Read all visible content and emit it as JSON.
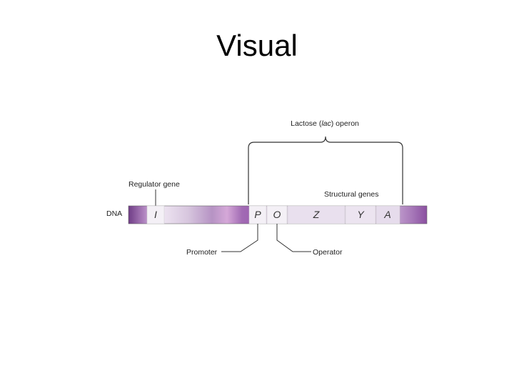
{
  "slide": {
    "title": "Visual"
  },
  "diagram": {
    "operon_label_parts": [
      "Lactose (",
      "lac",
      ") operon"
    ],
    "regulator_label": "Regulator gene",
    "structural_label": "Structural genes",
    "dna_label": "DNA",
    "promoter_label": "Promoter",
    "operator_label": "Operator",
    "genes": [
      "I",
      "P",
      "O",
      "Z",
      "Y",
      "A"
    ],
    "colors": {
      "dna_purple": "#8a4fa0",
      "light_purple": "#d6b6dc",
      "gene_box": "#f4f0f6",
      "line": "#333333"
    }
  }
}
